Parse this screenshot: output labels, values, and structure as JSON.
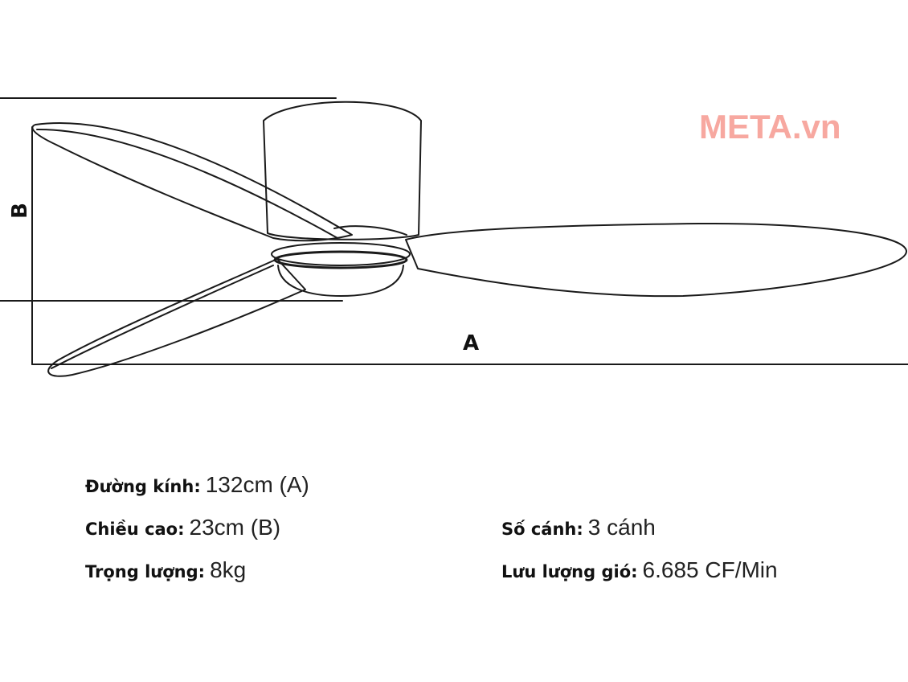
{
  "watermark": "META.vn",
  "diagram": {
    "dimension_a_label": "A",
    "dimension_b_label": "B"
  },
  "specs": {
    "diameter": {
      "label": "Đường kính:",
      "value": "132cm (A)"
    },
    "height": {
      "label": "Chiều cao:",
      "value": "23cm (B)"
    },
    "weight": {
      "label": "Trọng lượng:",
      "value": "8kg"
    },
    "blades": {
      "label": "Số cánh:",
      "value": "3 cánh"
    },
    "airflow": {
      "label": "Lưu lượng gió:",
      "value": "6.685 CF/Min"
    }
  },
  "colors": {
    "line": "#1a1a1a",
    "watermark": "#f7a8a0"
  }
}
